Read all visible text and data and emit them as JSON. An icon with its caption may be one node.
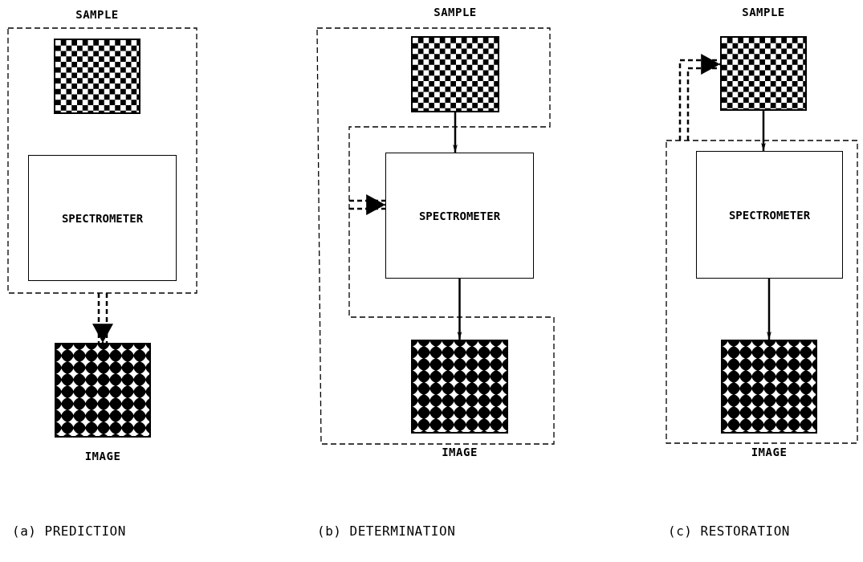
{
  "diagram": {
    "nodes": [
      {
        "text": [],
        "shape": "box"
      },
      {
        "text": [
          "SAMPLE"
        ],
        "in": 0
      },
      {
        "text": [
          "SPECTROMETER"
        ],
        "in": 0
      },
      {
        "text": [
          "IMAGE"
        ]
      },
      {
        "text": [],
        "shape": "box"
      },
      {
        "text": [
          "SAMPLE"
        ],
        "in": 4
      },
      {
        "text": [
          "SPECTROMETER"
        ]
      },
      {
        "text": [
          "IMAGE"
        ],
        "in": 4
      },
      {
        "text": [
          "SAMPLE"
        ]
      },
      {
        "text": [],
        "shape": "box"
      },
      {
        "text": [
          "SPECTROMETER"
        ],
        "in": 9
      },
      {
        "text": [
          "IMAGE"
        ],
        "in": 9
      }
    ],
    "edges": [
      {
        "from": 0,
        "to": 3,
        "arrow": "to",
        "style": "dashed"
      },
      {
        "from": 5,
        "to": 6,
        "arrow": "to"
      },
      {
        "from": 6,
        "to": 7,
        "arrow": "to"
      },
      {
        "from": 4,
        "to": 6,
        "arrow": "to",
        "style": "dashed"
      },
      {
        "from": 8,
        "to": 10,
        "arrow": "to"
      },
      {
        "from": 10,
        "to": 11,
        "arrow": "to"
      },
      {
        "from": 9,
        "to": 8,
        "arrow": "to",
        "style": "dashed"
      }
    ],
    "labels": [
      "(a) PREDICTION",
      "(b) DETERMINATION",
      "(c) RESTORATION"
    ]
  }
}
